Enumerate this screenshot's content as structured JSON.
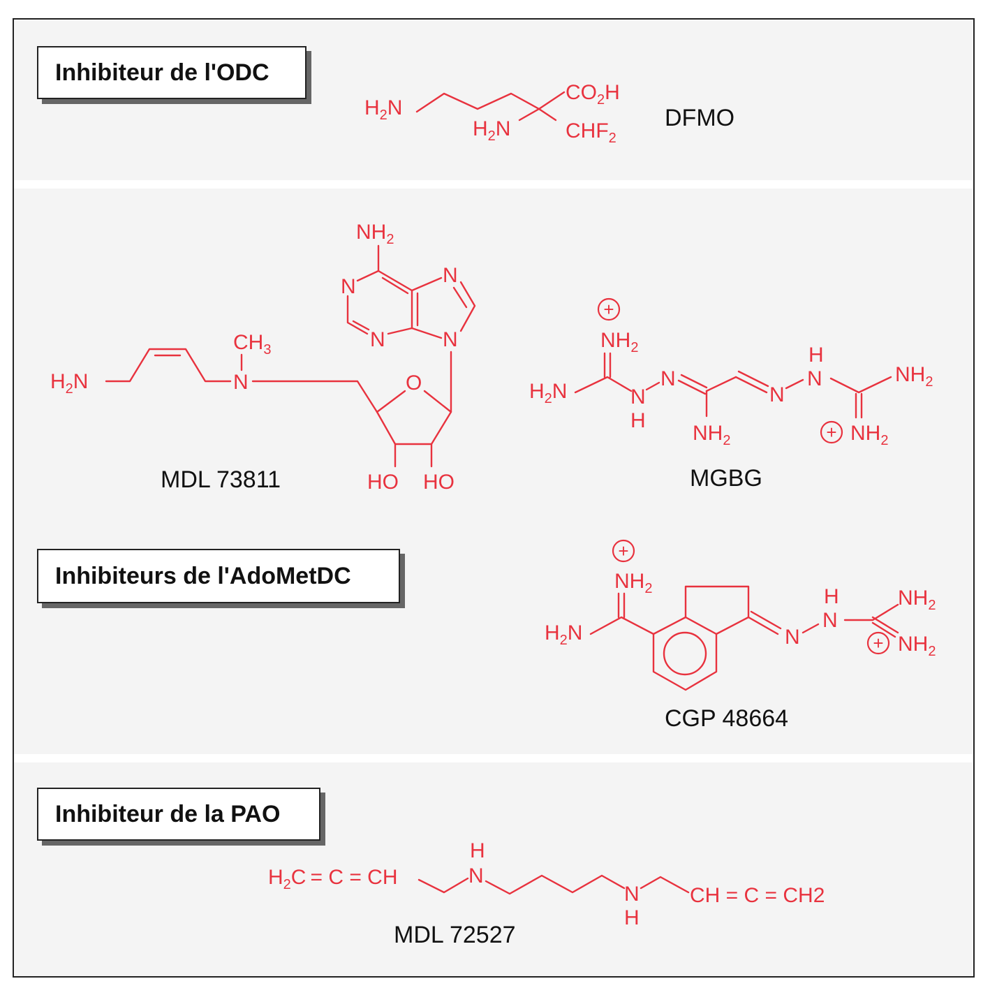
{
  "colors": {
    "structure": "#e8323e",
    "text": "#111111",
    "border": "#222222"
  },
  "headers": {
    "odc": "Inhibiteur de l'ODC",
    "adomet": "Inhibiteurs de l'AdoMetDC",
    "pao": "Inhibiteur de la PAO"
  },
  "compounds": {
    "dfmo": "DFMO",
    "mdl73811": "MDL 73811",
    "mgbg": "MGBG",
    "cgp48664": "CGP 48664",
    "mdl72527": "MDL 72527"
  },
  "atoms": {
    "h": "H",
    "n": "N",
    "o": "O",
    "nh": "NH",
    "sub2": "2",
    "sub3": "3",
    "plus": "+",
    "h2n_prefix": "H",
    "h2n_suffix": "N",
    "co2h_a": "CO",
    "co2h_b": "H",
    "chf2": "CHF",
    "ch": "CH",
    "ho": "HO",
    "h2c_h": "H",
    "h2c_c": "C",
    "allene_mid": "= C = CH",
    "allene_end": "CH = C = CH2"
  }
}
